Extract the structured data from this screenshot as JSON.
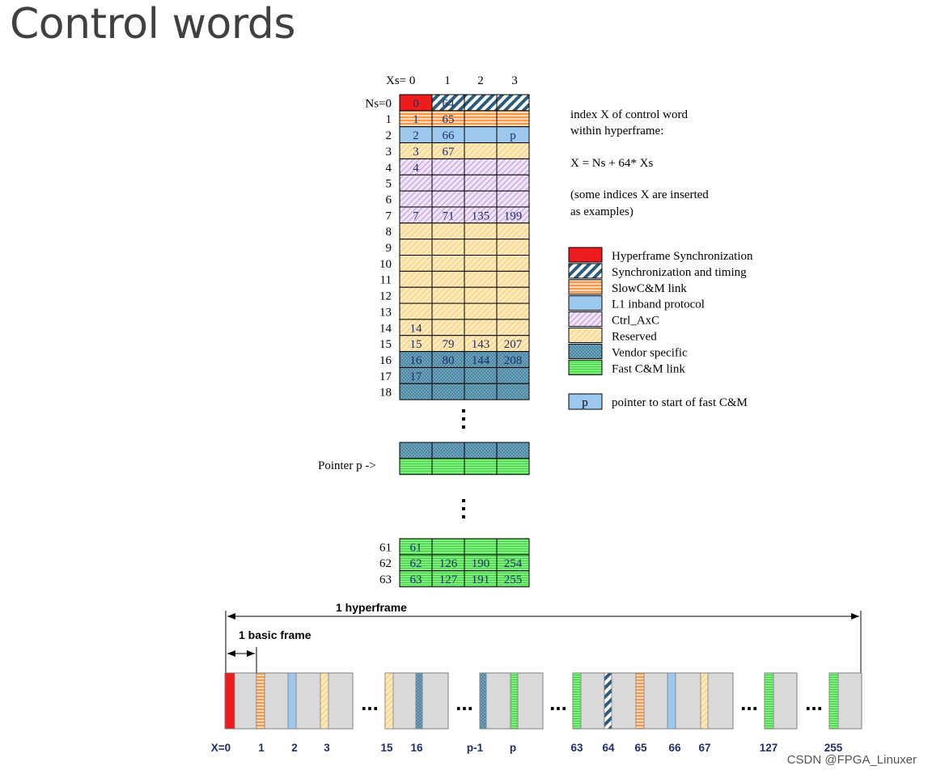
{
  "title": "Control words",
  "grid": {
    "xs_label": "Xs= 0",
    "col_labels": [
      "1",
      "2",
      "3"
    ],
    "rows": [
      {
        "label": "Ns=0",
        "cells": [
          "0",
          "64",
          "",
          ""
        ],
        "kinds": [
          "hyper",
          "sync",
          "sync",
          "sync"
        ]
      },
      {
        "label": "1",
        "cells": [
          "1",
          "65",
          "",
          ""
        ],
        "kinds": [
          "slow",
          "slow",
          "slow",
          "slow"
        ]
      },
      {
        "label": "2",
        "cells": [
          "2",
          "66",
          "",
          "p"
        ],
        "kinds": [
          "l1",
          "l1",
          "l1",
          "l1"
        ]
      },
      {
        "label": "3",
        "cells": [
          "3",
          "67",
          "",
          ""
        ],
        "kinds": [
          "res",
          "res",
          "res",
          "res"
        ]
      },
      {
        "label": "4",
        "cells": [
          "4",
          "",
          "",
          ""
        ],
        "kinds": [
          "ctrl",
          "ctrl",
          "ctrl",
          "ctrl"
        ]
      },
      {
        "label": "5",
        "cells": [
          "",
          "",
          "",
          ""
        ],
        "kinds": [
          "ctrl",
          "ctrl",
          "ctrl",
          "ctrl"
        ]
      },
      {
        "label": "6",
        "cells": [
          "",
          "",
          "",
          ""
        ],
        "kinds": [
          "ctrl",
          "ctrl",
          "ctrl",
          "ctrl"
        ]
      },
      {
        "label": "7",
        "cells": [
          "7",
          "71",
          "135",
          "199"
        ],
        "kinds": [
          "ctrl",
          "ctrl",
          "ctrl",
          "ctrl"
        ]
      },
      {
        "label": "8",
        "cells": [
          "",
          "",
          "",
          ""
        ],
        "kinds": [
          "res",
          "res",
          "res",
          "res"
        ]
      },
      {
        "label": "9",
        "cells": [
          "",
          "",
          "",
          ""
        ],
        "kinds": [
          "res",
          "res",
          "res",
          "res"
        ]
      },
      {
        "label": "10",
        "cells": [
          "",
          "",
          "",
          ""
        ],
        "kinds": [
          "res",
          "res",
          "res",
          "res"
        ]
      },
      {
        "label": "11",
        "cells": [
          "",
          "",
          "",
          ""
        ],
        "kinds": [
          "res",
          "res",
          "res",
          "res"
        ]
      },
      {
        "label": "12",
        "cells": [
          "",
          "",
          "",
          ""
        ],
        "kinds": [
          "res",
          "res",
          "res",
          "res"
        ]
      },
      {
        "label": "13",
        "cells": [
          "",
          "",
          "",
          ""
        ],
        "kinds": [
          "res",
          "res",
          "res",
          "res"
        ]
      },
      {
        "label": "14",
        "cells": [
          "14",
          "",
          "",
          ""
        ],
        "kinds": [
          "res",
          "res",
          "res",
          "res"
        ]
      },
      {
        "label": "15",
        "cells": [
          "15",
          "79",
          "143",
          "207"
        ],
        "kinds": [
          "res",
          "res",
          "res",
          "res"
        ]
      },
      {
        "label": "16",
        "cells": [
          "16",
          "80",
          "144",
          "208"
        ],
        "kinds": [
          "vend",
          "vend",
          "vend",
          "vend"
        ]
      },
      {
        "label": "17",
        "cells": [
          "17",
          "",
          "",
          ""
        ],
        "kinds": [
          "vend",
          "vend",
          "vend",
          "vend"
        ]
      },
      {
        "label": "18",
        "cells": [
          "",
          "",
          "",
          ""
        ],
        "kinds": [
          "vend",
          "vend",
          "vend",
          "vend"
        ]
      }
    ],
    "pointer_label": "Pointer p  ->",
    "pointer_rows": [
      {
        "kinds": [
          "vend",
          "vend",
          "vend",
          "vend"
        ]
      },
      {
        "kinds": [
          "fast",
          "fast",
          "fast",
          "fast"
        ]
      }
    ],
    "bottom_rows": [
      {
        "label": "61",
        "cells": [
          "61",
          "",
          "",
          ""
        ]
      },
      {
        "label": "62",
        "cells": [
          "62",
          "126",
          "190",
          "254"
        ]
      },
      {
        "label": "63",
        "cells": [
          "63",
          "127",
          "191",
          "255"
        ]
      }
    ]
  },
  "notes": {
    "line1": "index X of control word",
    "line2": "within hyperframe:",
    "formula": "X = Ns + 64* Xs",
    "note1": "(some indices X are inserted",
    "note2": "as examples)"
  },
  "legend": [
    {
      "kind": "hyper",
      "label": "Hyperframe Synchronization"
    },
    {
      "kind": "sync",
      "label": "Synchronization and timing"
    },
    {
      "kind": "slow",
      "label": "SlowC&M link"
    },
    {
      "kind": "l1",
      "label": "L1 inband protocol"
    },
    {
      "kind": "ctrl",
      "label": "Ctrl_AxC"
    },
    {
      "kind": "res",
      "label": "Reserved"
    },
    {
      "kind": "vend",
      "label": "Vendor specific"
    },
    {
      "kind": "fast",
      "label": "Fast C&M link"
    }
  ],
  "pointer_legend": {
    "symbol": "p",
    "label": "pointer to start of fast C&M"
  },
  "timeline": {
    "hyperframe_label": "1 hyperframe",
    "basic_frame_label": "1 basic frame",
    "labels": [
      "X=0",
      "1",
      "2",
      "3",
      "15",
      "16",
      "p-1",
      "p",
      "63",
      "64",
      "65",
      "66",
      "67",
      "127",
      "255"
    ],
    "ellipsis": "..."
  },
  "colors": {
    "hyper": "#ee1c1c",
    "sync_stripe": "#2b5d7a",
    "slow": "#f6a45a",
    "l1": "#9cc8ee",
    "ctrl": "#e6d2f3",
    "res": "#fbe2a6",
    "vend": "#5f97b1",
    "fast": "#66e466",
    "frame": "#d9d9d9"
  },
  "watermark": "CSDN @FPGA_Linuxer"
}
